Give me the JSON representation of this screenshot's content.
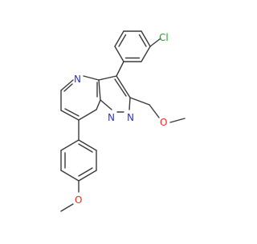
{
  "molecule": {
    "atom_labels": {
      "chlorine": "Cl",
      "n4": "N",
      "n1": "N",
      "n2": "N",
      "ether_o_side_chain": "O",
      "ether_o_phenyl": "O"
    },
    "colors": {
      "bond": "#3a3a3a",
      "nitrogen": "#2d34c8",
      "oxygen": "#e03020",
      "chlorine": "#2a9a2a",
      "background": "#ffffff"
    }
  }
}
